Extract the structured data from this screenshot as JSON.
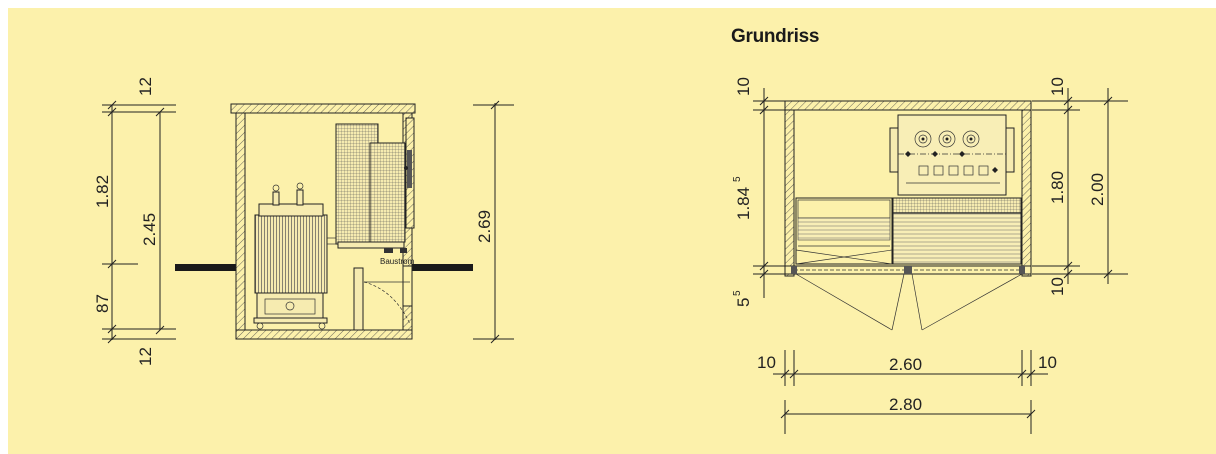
{
  "plan_title": "Grundriss",
  "section_view": {
    "dims_left_outer": [
      "12",
      "1.82",
      "87",
      "12"
    ],
    "dim_left_inner": "2.45",
    "dim_right": "2.69",
    "label_buscurrent": "Baustrom"
  },
  "plan_view": {
    "dim_left_top": "10",
    "dim_left_mid": "1.84",
    "dim_left_mid_sup": "5",
    "dim_left_bottom": "5",
    "dim_left_bottom_sup": "5",
    "dim_right_top": "10",
    "dim_right_mid": "1.80",
    "dim_right_bottom": "10",
    "dim_right_total": "2.00",
    "dim_bottom_left": "10",
    "dim_bottom_inner": "2.60",
    "dim_bottom_right": "10",
    "dim_bottom_total": "2.80"
  },
  "colors": {
    "background": "#fcf1ab",
    "ink": "#222222"
  }
}
